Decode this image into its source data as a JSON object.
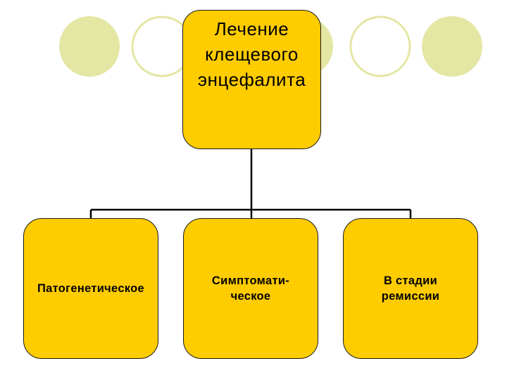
{
  "diagram": {
    "root": {
      "label": "Лечение\nклещевого\nэнцефалита"
    },
    "children": [
      {
        "label": "Патогенетическое"
      },
      {
        "label": "Симптомати-\nческое"
      },
      {
        "label": "В стадии\nремиссии"
      }
    ]
  },
  "colors": {
    "box_fill": "#ffcc00",
    "connector": "#000000",
    "decor_circle_fill": "#e4e6a4",
    "decor_circle_outline": "#e4e6a4"
  }
}
